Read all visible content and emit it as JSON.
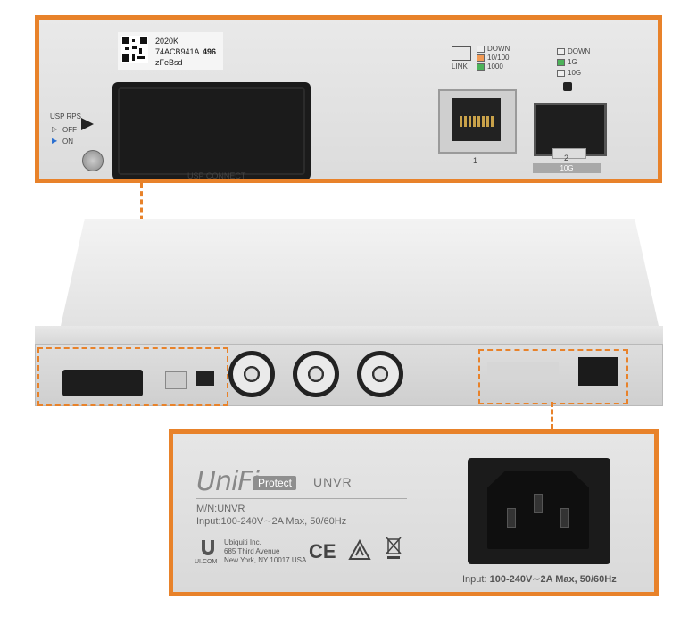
{
  "top_callout": {
    "serial_lines": [
      "2020K",
      "74ACB941A",
      "zFeBsd"
    ],
    "serial_suffix": "496",
    "usp_rps_label": "USP RPS",
    "off_label": "OFF",
    "on_label": "ON",
    "usp_connect_label": "USP CONNECT",
    "link_label": "LINK",
    "rj45_leds": [
      "DOWN",
      "10/100",
      "1000"
    ],
    "sfp_leds": [
      "DOWN",
      "1G",
      "10G"
    ],
    "port1_label": "1",
    "port2_label": "2",
    "sfp_speed_label": "10G",
    "colors": {
      "orange_led": "#f29a54",
      "green_led": "#4db35a"
    }
  },
  "bottom_callout": {
    "brand": "UniFi",
    "protect_badge": "Protect",
    "model": "UNVR",
    "mn_line": "M/N:UNVR",
    "input_prefix": "Input:",
    "input_value": "100-240V∼2A Max, 50/60Hz",
    "company_lines": [
      "Ubiquiti Inc.",
      "685 Third Avenue",
      "New York, NY 10017 USA"
    ],
    "ui_com": "UI.COM",
    "ce_mark": "CE",
    "power_prefix": "Input:",
    "power_value": "100-240V∼2A Max, 50/60Hz"
  },
  "colors": {
    "accent_orange": "#e8822a"
  }
}
